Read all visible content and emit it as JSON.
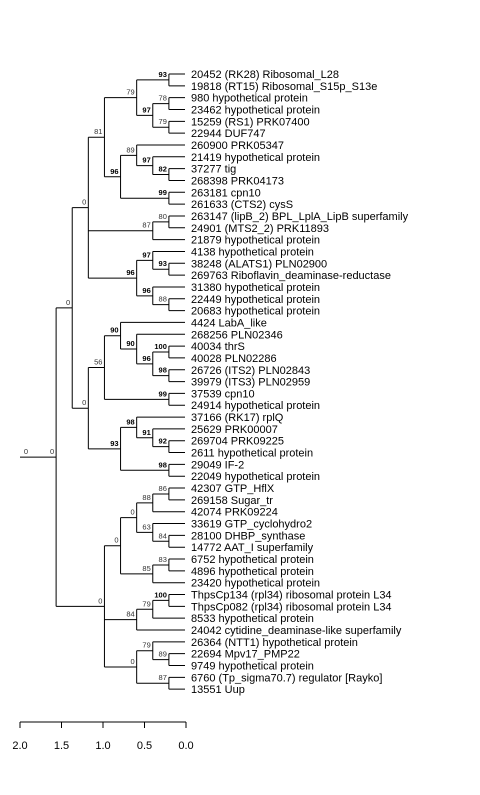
{
  "leaves": [
    "20452 (RK28) Ribosomal_L28",
    "19818 (RT15) Ribosomal_S15p_S13e",
    "980 hypothetical protein",
    "23462 hypothetical protein",
    "15259 (RS1) PRK07400",
    "22944 DUF747",
    "260900 PRK05347",
    "21419 hypothetical protein",
    "37277 tig",
    "268398 PRK04173",
    "263181 cpn10",
    "261633 (CTS2) cysS",
    "263147 (lipB_2) BPL_LplA_LipB superfamily",
    "24901 (MTS2_2) PRK11893",
    "21879 hypothetical protein",
    "4138 hypothetical protein",
    "38248 (ALATS1) PLN02900",
    "269763 Riboflavin_deaminase-reductase",
    "31380 hypothetical protein",
    "22449 hypothetical protein",
    "20683 hypothetical protein",
    "4424 LabA_like",
    "268256 PLN02346",
    "40034 thrS",
    "40028 PLN02286",
    "26726 (ITS2) PLN02843",
    "39979 (ITS3) PLN02959",
    "37539 cpn10",
    "24914 hypothetical protein",
    "37166 (RK17) rplQ",
    "25629 PRK00007",
    "269704 PRK09225",
    "2611 hypothetical protein",
    "29049 IF-2",
    "22049 hypothetical protein",
    "42307 GTP_HflX",
    "269158 Sugar_tr",
    "42074 PRK09224",
    "33619 GTP_cyclohydro2",
    "28100 DHBP_synthase",
    "14772 AAT_I superfamily",
    "6752 hypothetical protein",
    "4896 hypothetical protein",
    "23420 hypothetical protein",
    "ThpsCp134 (rpl34) ribosomal protein L34",
    "ThpsCp082 (rpl34) ribosomal protein L34",
    "8533 hypothetical protein",
    "24042 cytidine_deaminase-like superfamily",
    "26364 (NTT1) hypothetical protein",
    "22694 Mpv17_PMP22",
    "9749 hypothetical protein",
    "6760 (Tp_sigma70.7) regulator [Rayko]",
    "13551 Uup"
  ],
  "tree": [
    [
      [
        [
          [
            [
              [
                [
                  0,
                  1,
                  "93"
                ],
                [
                  [
                    2,
                    3,
                    "78"
                  ],
                  [
                    4,
                    5,
                    "79"
                  ],
                  "97"
                ],
                "79"
              ],
              [
                [
                  6,
                  [
                    7,
                    [
                      8,
                      9,
                      "82"
                    ],
                    "97"
                  ],
                  "89"
                ],
                [
                  10,
                  11,
                  "99"
                ],
                "96"
              ],
              "81"
            ],
            [
              [
                12,
                13,
                "80"
              ],
              14,
              "87"
            ],
            [
              [
                15,
                [
                  16,
                  17,
                  "93"
                ],
                "97"
              ],
              [
                18,
                [
                  19,
                  20,
                  "88"
                ],
                "96"
              ],
              "96"
            ],
            "0"
          ],
          [
            [
              [
                21,
                [
                  22,
                  [
                    [
                      23,
                      24,
                      "100"
                    ],
                    [
                      25,
                      26,
                      "98"
                    ],
                    "96"
                  ],
                  "90"
                ],
                "90"
              ],
              [
                27,
                28,
                "99"
              ],
              "56"
            ],
            [
              [
                29,
                [
                  30,
                  [
                    31,
                    32,
                    "92"
                  ],
                  "91"
                ],
                "98"
              ],
              [
                33,
                34,
                "98"
              ],
              "93"
            ],
            "0"
          ],
          "0"
        ],
        [
          [
            [
              [
                [
                  35,
                  36,
                  "86"
                ],
                37,
                "88"
              ],
              [
                38,
                [
                  39,
                  40,
                  "84"
                ],
                "63"
              ],
              "0"
            ],
            [
              [
                41,
                42,
                "83"
              ],
              43,
              "85"
            ],
            "0"
          ],
          [
            [
              [
                44,
                45,
                "100"
              ],
              46,
              "79"
            ],
            47,
            "84"
          ],
          [
            [
              48,
              [
                49,
                50,
                "89"
              ],
              "79"
            ],
            [
              51,
              52,
              "87"
            ],
            "0"
          ],
          "0"
        ],
        "0"
      ],
      "0"
    ]
  ],
  "axis": {
    "ticks": [
      "2.0",
      "1.5",
      "1.0",
      "0.5",
      "0.0"
    ]
  }
}
